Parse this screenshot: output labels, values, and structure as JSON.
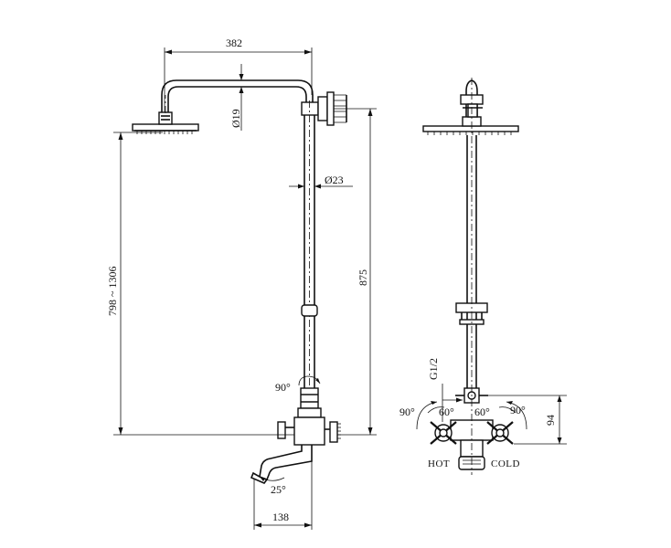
{
  "dimensions": {
    "arm_width": "382",
    "arm_diameter": "Ø19",
    "riser_diameter": "Ø23",
    "height_range": "798 ~ 1306",
    "riser_length": "875",
    "angle_side": "90°",
    "spout_angle": "25°",
    "spout_reach": "138",
    "thread": "G1/2",
    "angle_left": "90°",
    "angle_right": "90°",
    "angle_60_left": "60°",
    "angle_60_right": "60°",
    "valve_height": "94"
  },
  "labels": {
    "hot": "HOT",
    "cold": "COLD"
  }
}
